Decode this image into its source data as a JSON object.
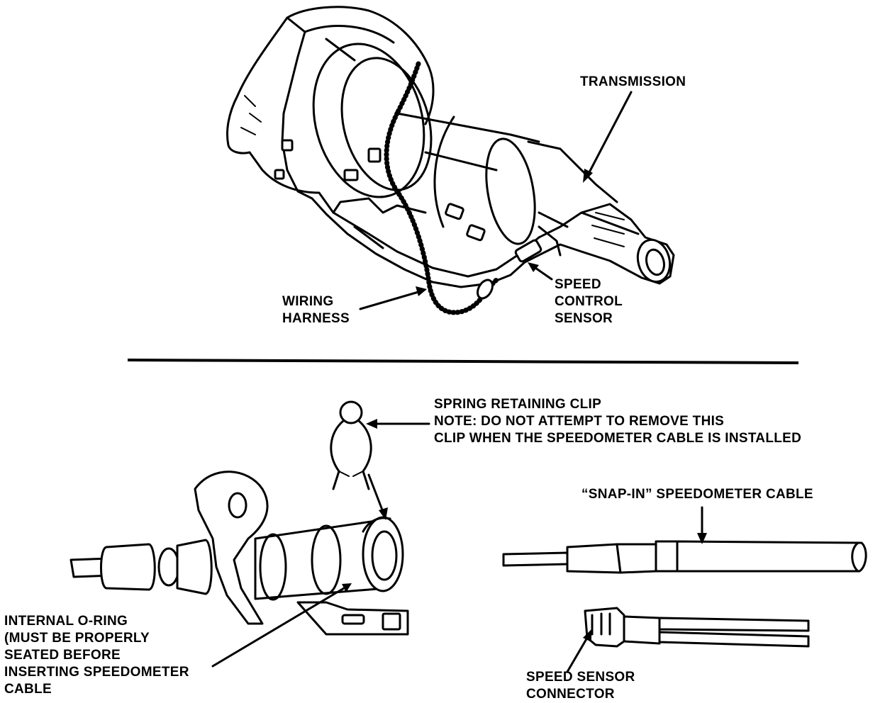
{
  "labels": {
    "transmission": "TRANSMISSION",
    "wiring_harness": [
      "WIRING",
      "HARNESS"
    ],
    "speed_control_sensor": [
      "SPEED",
      "CONTROL",
      "SENSOR"
    ],
    "spring_clip": [
      "SPRING RETAINING CLIP",
      "NOTE: DO NOT ATTEMPT TO REMOVE THIS",
      "CLIP WHEN THE SPEEDOMETER CABLE IS INSTALLED"
    ],
    "snap_in_cable": "“SNAP-IN” SPEEDOMETER CABLE",
    "internal_oring": [
      "INTERNAL O-RING",
      "(MUST BE PROPERLY",
      "SEATED BEFORE",
      "INSERTING SPEEDOMETER",
      "CABLE"
    ],
    "speed_sensor_connector": [
      "SPEED SENSOR",
      "CONNECTOR"
    ]
  }
}
